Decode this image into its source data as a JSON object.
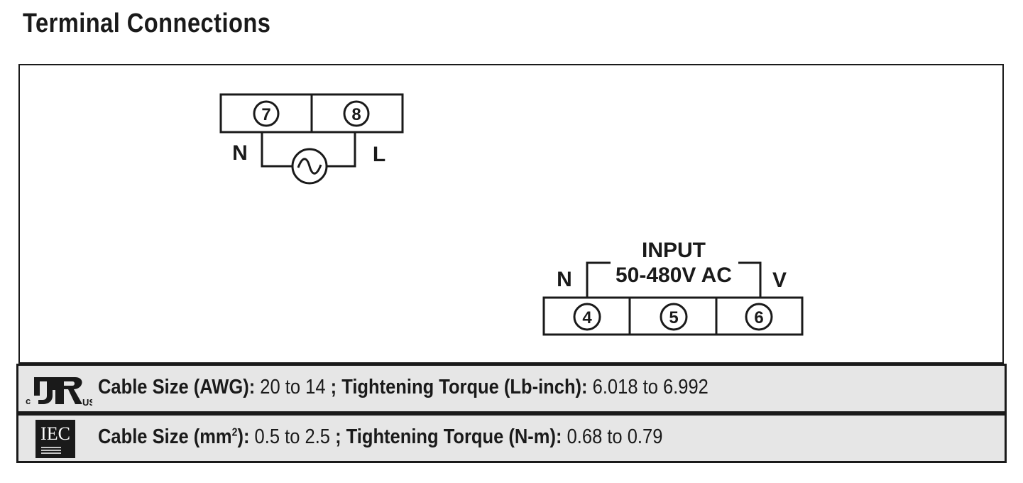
{
  "title": "Terminal Connections",
  "top_block": {
    "terminals": [
      "7",
      "8"
    ],
    "left_label": "N",
    "right_label": "L",
    "source_icon": "ac-source-icon"
  },
  "bottom_block": {
    "header_line1": "INPUT",
    "header_line2": "50-480V AC",
    "left_label": "N",
    "right_label": "V",
    "terminals": [
      "4",
      "5",
      "6"
    ]
  },
  "specs": [
    {
      "logo_text": {
        "c": "c",
        "us": "US"
      },
      "cable_label": "Cable Size (AWG):",
      "cable_value": " 20 to 14 ",
      "separator": "; ",
      "torque_label": "Tightening Torque (Lb-inch):",
      "torque_value": " 6.018 to 6.992"
    },
    {
      "logo_text": "IEC",
      "cable_label_pre": "Cable Size (mm",
      "cable_label_sup": "2",
      "cable_label_post": "):",
      "cable_value": " 0.5 to 2.5 ",
      "separator": "; ",
      "torque_label": "Tightening Torque (N-m):",
      "torque_value": " 0.68 to 0.79"
    }
  ]
}
